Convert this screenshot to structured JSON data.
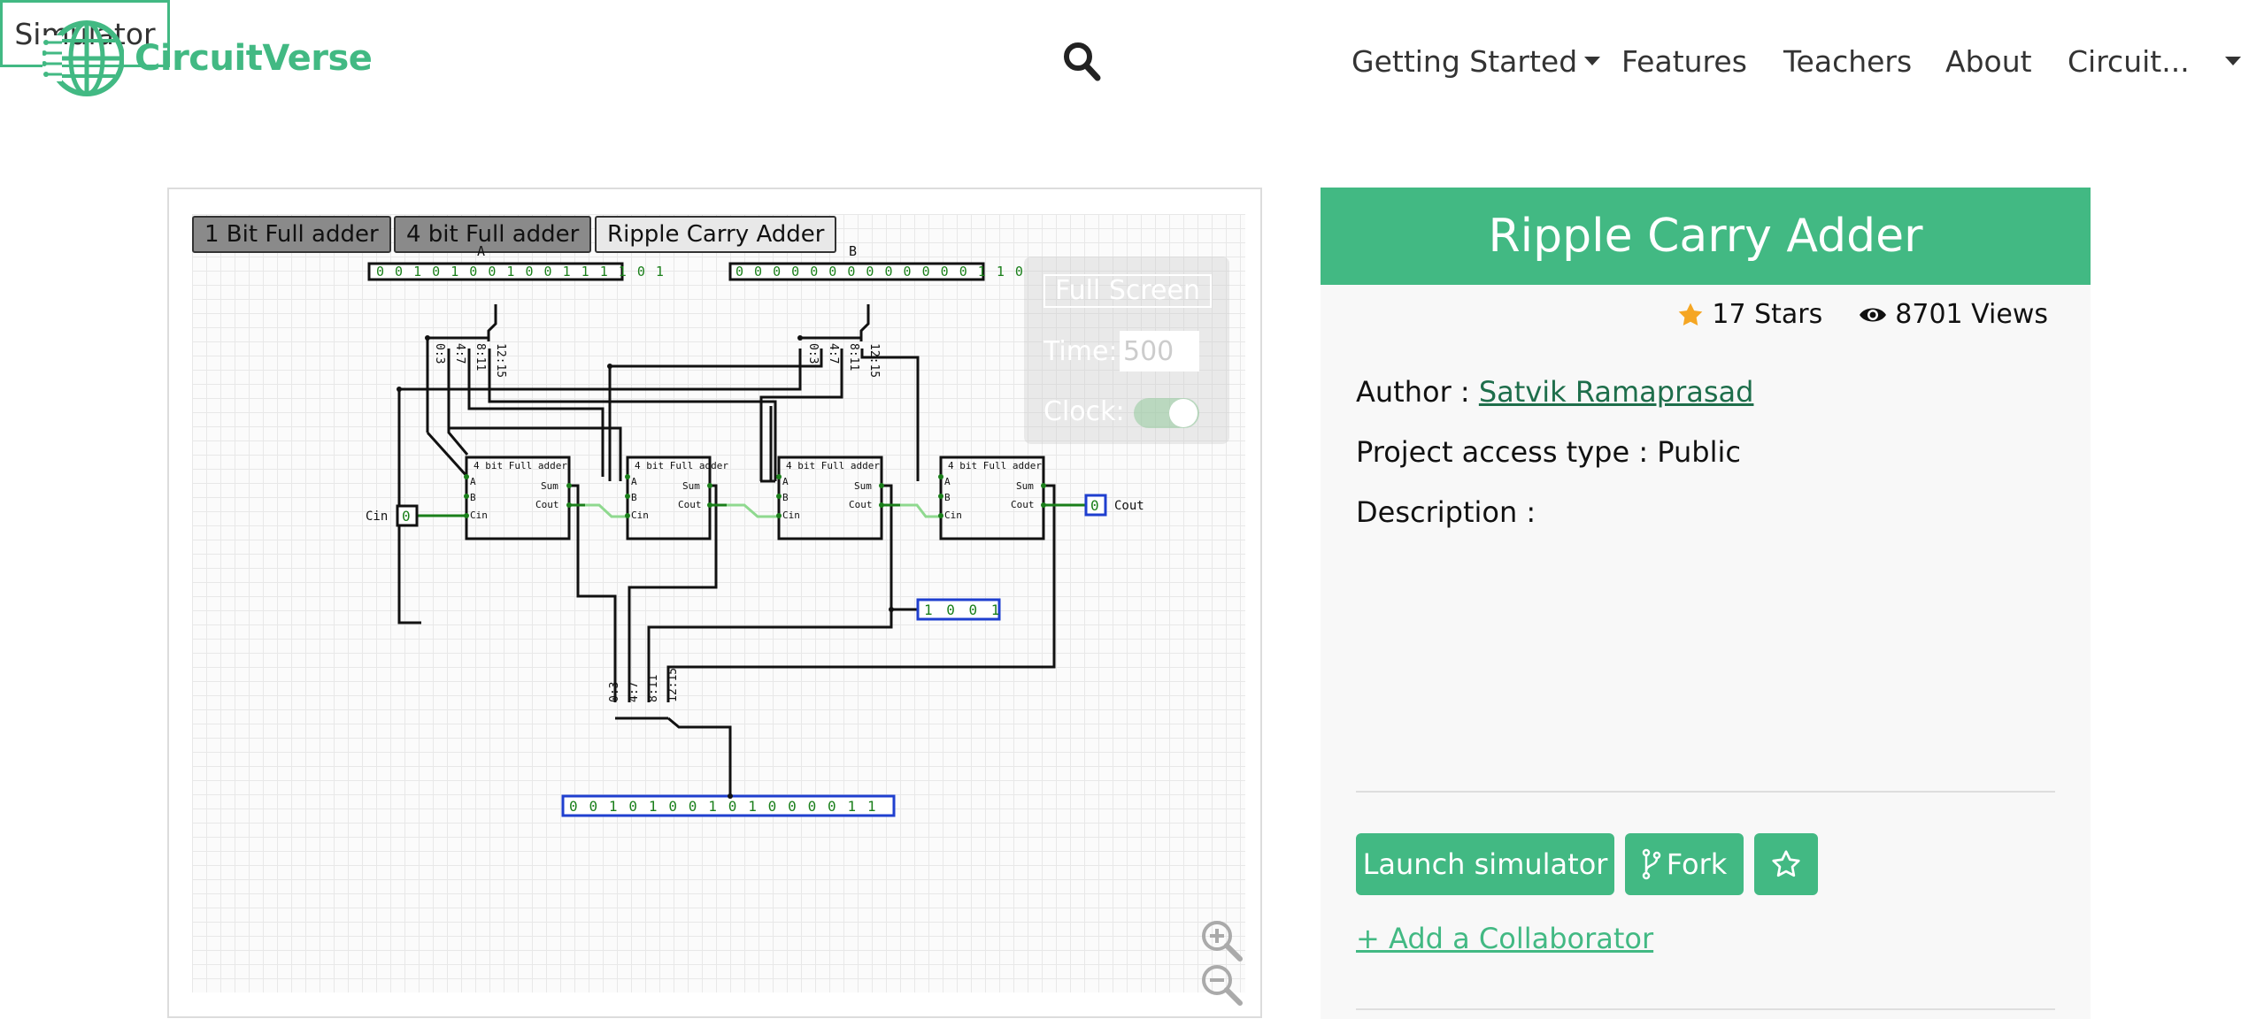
{
  "brand": {
    "name": "CircuitVerse",
    "color": "#42b983"
  },
  "nav": {
    "search_icon": "search-icon",
    "items": [
      {
        "label": "Simulator"
      },
      {
        "label": "Getting Started"
      },
      {
        "label": "Features"
      },
      {
        "label": "Teachers"
      },
      {
        "label": "About"
      },
      {
        "label": "Circuit..."
      }
    ]
  },
  "circuit_tabs": [
    {
      "label": "1 Bit Full adder"
    },
    {
      "label": "4 bit Full adder"
    },
    {
      "label": "Ripple Carry Adder"
    }
  ],
  "sim_controls": {
    "fullscreen_label": "Full Screen",
    "time_label": "Time:",
    "time_value": "500",
    "clock_label": "Clock:"
  },
  "circuit": {
    "input_a_label": "A",
    "input_a_bits": "0 0 1 0 1 0 0 1 0 0 1 1 1 1 0 1",
    "input_b_label": "B",
    "input_b_bits": "0 0 0 0 0 0 0 0 0 0 0 0 0 1 1 0",
    "split_labels": [
      "0:3",
      "4:7",
      "8:11",
      "12:15"
    ],
    "adder_title": "4 bit Full adder",
    "adder_pins": {
      "a": "A",
      "b": "B",
      "cin": "Cin",
      "sum": "Sum",
      "cout": "Cout"
    },
    "cin_label": "Cin",
    "cin_value": "0",
    "cout_label": "Cout",
    "cout_value": "0",
    "probe_value": "1 0 0 1",
    "output_bits": "0 0 1 0 1 0 0 1 0 1 0 0 0 0 1 1"
  },
  "project": {
    "title": "Ripple Carry Adder",
    "stars": "17 Stars",
    "views": "8701 Views",
    "author_label": "Author :",
    "author_name": "Satvik Ramaprasad",
    "access_label": "Project access type :",
    "access_value": "Public",
    "description_label": "Description :",
    "launch_label": "Launch simulator",
    "fork_label": "Fork",
    "add_collaborator": "+ Add a Collaborator"
  }
}
